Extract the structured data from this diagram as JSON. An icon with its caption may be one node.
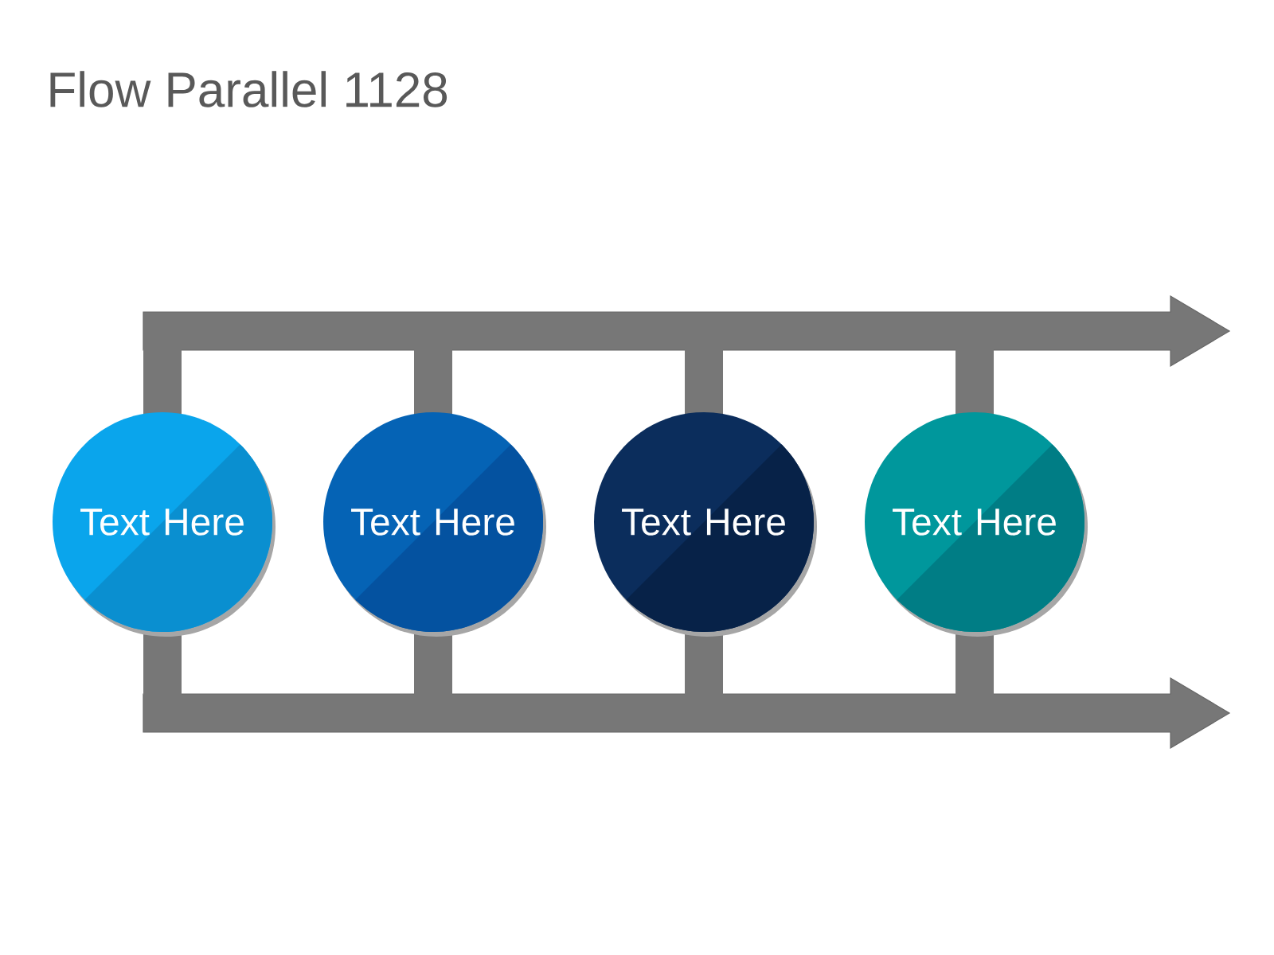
{
  "diagram": {
    "title": "Flow Parallel 1128",
    "nodes": [
      {
        "text": [
          "Text Here"
        ]
      },
      {
        "text": [
          "Text Here"
        ]
      },
      {
        "text": [
          "Text Here"
        ]
      },
      {
        "text": [
          "Text Here"
        ]
      }
    ]
  }
}
